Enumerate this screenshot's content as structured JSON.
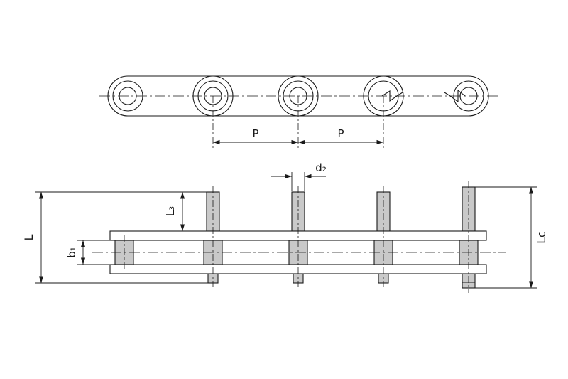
{
  "drawing": {
    "labels": {
      "p1": "P",
      "p2": "P",
      "d2": "d₂",
      "l3": "L₃",
      "b1": "b₁",
      "l": "L",
      "lc": "Lc"
    },
    "colors": {
      "line": "#1a1a1a",
      "part_fill": "#c9c9c9",
      "background": "#ffffff"
    }
  }
}
